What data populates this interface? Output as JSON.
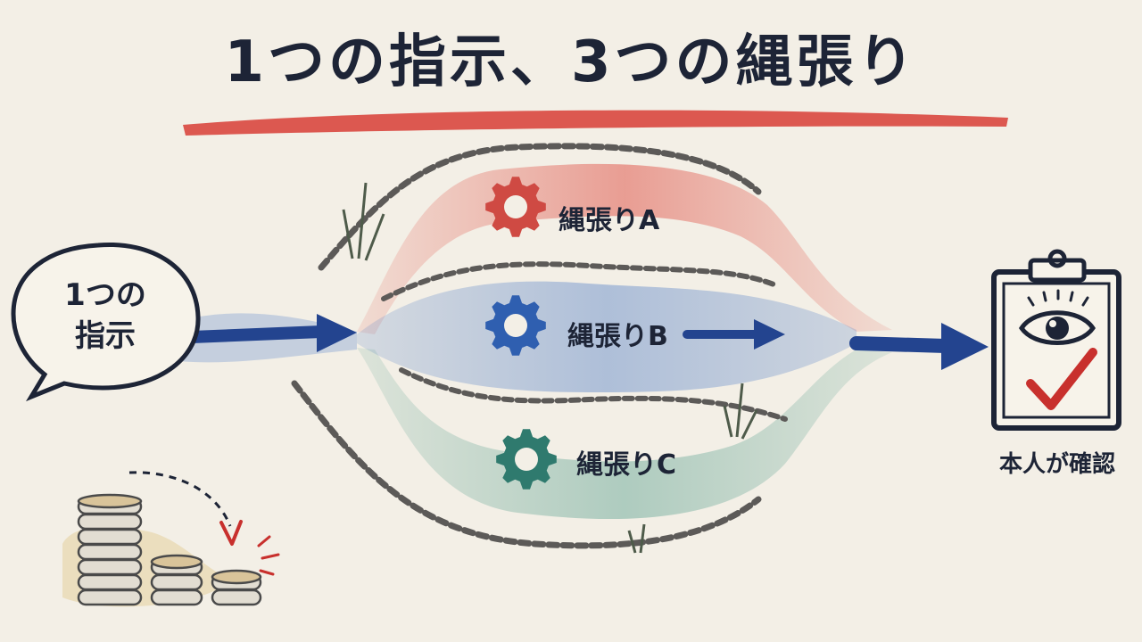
{
  "title": "1つの指示、3つの縄張り",
  "instruction": {
    "line1": "1つの",
    "line2": "指示"
  },
  "branches": [
    {
      "label": "縄張りA",
      "color": "#cf4a43",
      "icon": "gear-icon"
    },
    {
      "label": "縄張りB",
      "color": "#2f5fb0",
      "icon": "gear-icon"
    },
    {
      "label": "縄張りC",
      "color": "#2f7a6e",
      "icon": "gear-icon"
    }
  ],
  "confirm": {
    "label": "本人が確認",
    "icons": [
      "clipboard-icon",
      "eye-icon",
      "checkmark-icon"
    ]
  },
  "cost": {
    "icon": "coin-stacks-icon"
  },
  "colors": {
    "ink": "#1d2436",
    "paper": "#f3efe6",
    "brush_red": "#d9473f",
    "arrow_blue": "#23448f"
  }
}
